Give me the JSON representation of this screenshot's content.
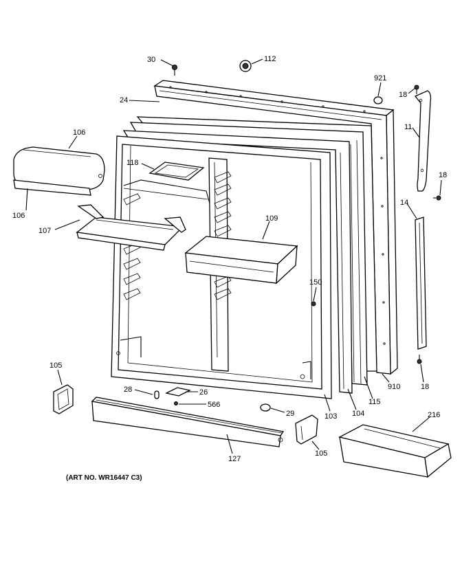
{
  "caption": "(ART NO. WR16447 C3)",
  "callouts": {
    "c30": "30",
    "c112": "112",
    "c921": "921",
    "c18a": "18",
    "c24": "24",
    "c11": "11",
    "c106a": "106",
    "c118": "118",
    "c18b": "18",
    "c14": "14",
    "c106b": "106",
    "c107": "107",
    "c109": "109",
    "c150": "150",
    "c105a": "105",
    "c28": "28",
    "c26": "26",
    "c566": "566",
    "c29": "29",
    "c103": "103",
    "c104": "104",
    "c115": "115",
    "c910": "910",
    "c18c": "18",
    "c216": "216",
    "c127": "127",
    "c105b": "105"
  }
}
